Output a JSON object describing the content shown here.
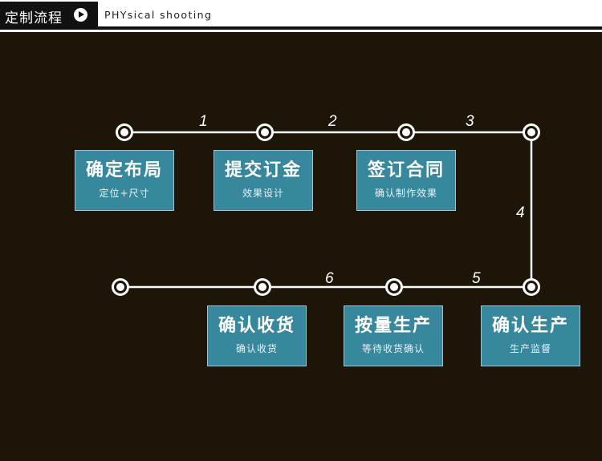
{
  "header": {
    "title": "定制流程",
    "subtitle": "PHYsical shooting"
  },
  "steps": [
    {
      "number": "1",
      "title": "确定布局",
      "detail": "定位+尺寸"
    },
    {
      "number": "2",
      "title": "提交订金",
      "detail": "效果设计"
    },
    {
      "number": "3",
      "title": "签订合同",
      "detail": "确认制作效果"
    },
    {
      "number": "4",
      "title": "确认生产",
      "detail": "生产监督"
    },
    {
      "number": "5",
      "title": "按量生产",
      "detail": "等待收货确认"
    },
    {
      "number": "6",
      "title": "确认收货",
      "detail": "确认收货"
    }
  ],
  "colors": {
    "background": "#1e1509",
    "box_fill": "#37879d",
    "line": "#ffffff"
  }
}
